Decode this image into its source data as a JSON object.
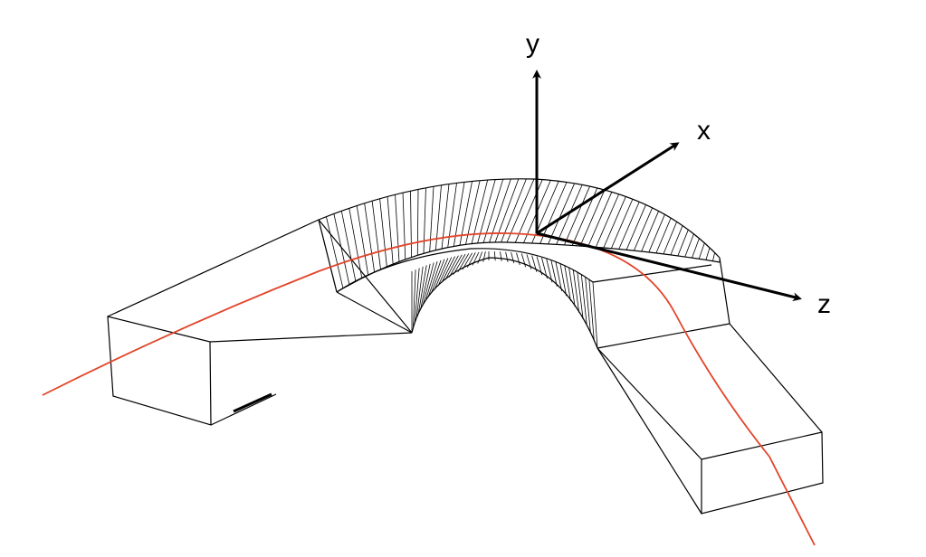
{
  "axes": {
    "x_label": "x",
    "y_label": "y",
    "z_label": "z"
  },
  "colors": {
    "outline": "#000000",
    "beam_path": "#e2452a",
    "background": "#ffffff"
  }
}
